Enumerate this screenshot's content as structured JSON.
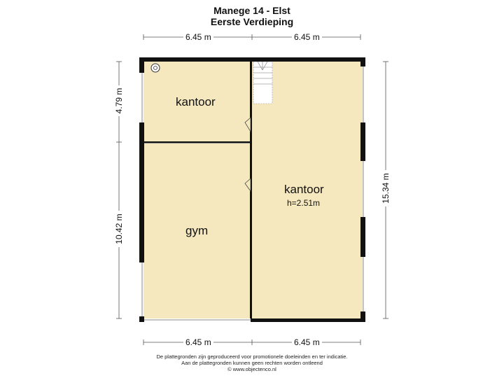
{
  "header": {
    "title": "Manege 14 - Elst",
    "subtitle": "Eerste Verdieping"
  },
  "dimensions": {
    "top_left": "6.45 m",
    "top_right": "6.45 m",
    "bottom_left": "6.45 m",
    "bottom_right": "6.45 m",
    "left_upper": "4.79 m",
    "left_lower": "10.42 m",
    "right_total": "15.34 m"
  },
  "rooms": {
    "office_small": "kantoor",
    "gym": "gym",
    "office_large": "kantoor",
    "office_large_height": "h=2.51m"
  },
  "footer": {
    "line1": "De plattegronden zijn geproduceerd voor promotionele doeleinden en ter indicatie.",
    "line2": "Aan de plattegronden kunnen geen rechten worden ontleend",
    "line3": "© www.objectenco.nl"
  },
  "colors": {
    "floor": "#f5e8bf",
    "wall": "#111111",
    "dim_line": "#555555"
  }
}
